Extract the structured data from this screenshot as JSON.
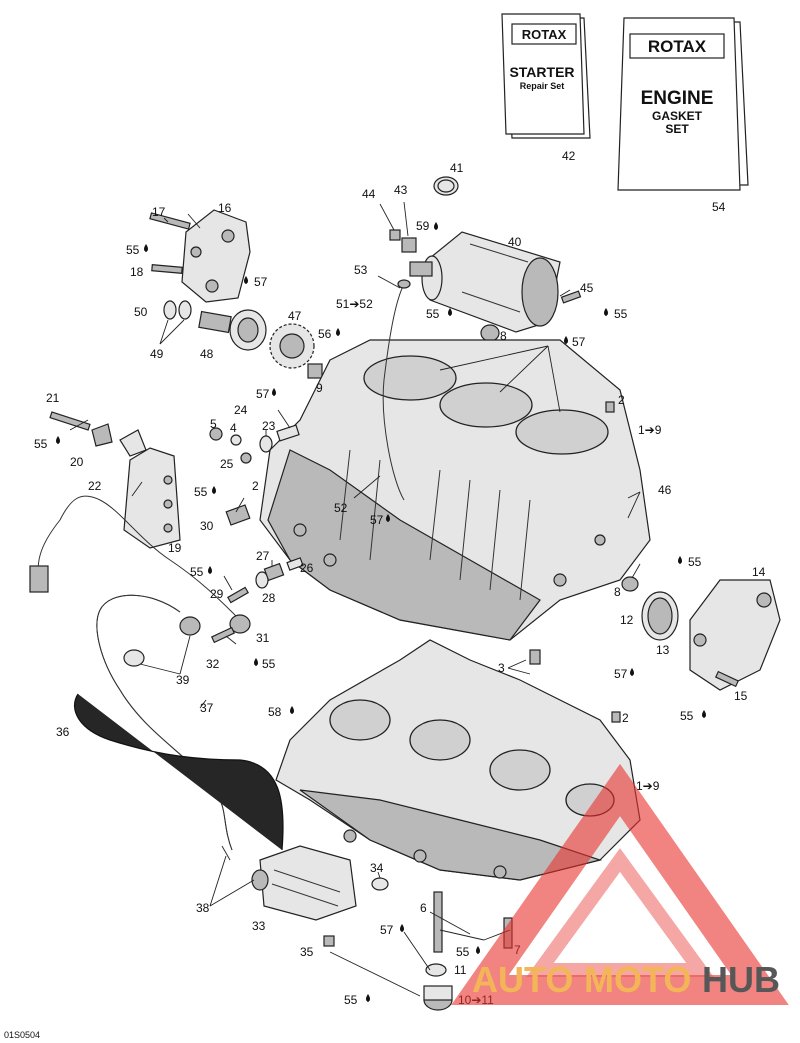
{
  "books": [
    {
      "brand": "ROTAX",
      "title": "STARTER",
      "subtitle": "Repair Set",
      "callout": "42"
    },
    {
      "brand": "ROTAX",
      "title": "ENGINE",
      "subtitle_line1": "GASKET",
      "subtitle_line2": "SET",
      "callout": "54"
    }
  ],
  "callouts": [
    {
      "id": "c41",
      "text": "41"
    },
    {
      "id": "c44",
      "text": "44"
    },
    {
      "id": "c43",
      "text": "43"
    },
    {
      "id": "c59",
      "text": "59"
    },
    {
      "id": "c40",
      "text": "40"
    },
    {
      "id": "c17",
      "text": "17"
    },
    {
      "id": "c16",
      "text": "16"
    },
    {
      "id": "c55a",
      "text": "55"
    },
    {
      "id": "c18",
      "text": "18"
    },
    {
      "id": "c57a",
      "text": "57"
    },
    {
      "id": "c53",
      "text": "53"
    },
    {
      "id": "c45",
      "text": "45"
    },
    {
      "id": "c55b",
      "text": "55"
    },
    {
      "id": "c5152",
      "text": "51➔52"
    },
    {
      "id": "c55c",
      "text": "55"
    },
    {
      "id": "c8a",
      "text": "8"
    },
    {
      "id": "c50",
      "text": "50"
    },
    {
      "id": "c47",
      "text": "47"
    },
    {
      "id": "c56",
      "text": "56"
    },
    {
      "id": "c57b",
      "text": "57"
    },
    {
      "id": "c49",
      "text": "49"
    },
    {
      "id": "c48",
      "text": "48"
    },
    {
      "id": "c9a",
      "text": "9"
    },
    {
      "id": "c21",
      "text": "21"
    },
    {
      "id": "c57c",
      "text": "57"
    },
    {
      "id": "c2a",
      "text": "2"
    },
    {
      "id": "c24",
      "text": "24"
    },
    {
      "id": "c5",
      "text": "5"
    },
    {
      "id": "c4",
      "text": "4"
    },
    {
      "id": "c23",
      "text": "23"
    },
    {
      "id": "c19a",
      "text": "1➔9"
    },
    {
      "id": "c55d",
      "text": "55"
    },
    {
      "id": "c20",
      "text": "20"
    },
    {
      "id": "c25",
      "text": "25"
    },
    {
      "id": "c22",
      "text": "22"
    },
    {
      "id": "c2b",
      "text": "2"
    },
    {
      "id": "c46",
      "text": "46"
    },
    {
      "id": "c55e",
      "text": "55"
    },
    {
      "id": "c52",
      "text": "52"
    },
    {
      "id": "c57d",
      "text": "57"
    },
    {
      "id": "c30",
      "text": "30"
    },
    {
      "id": "c19",
      "text": "19"
    },
    {
      "id": "c27",
      "text": "27"
    },
    {
      "id": "c55f",
      "text": "55"
    },
    {
      "id": "c26",
      "text": "26"
    },
    {
      "id": "c55g",
      "text": "55"
    },
    {
      "id": "c14",
      "text": "14"
    },
    {
      "id": "c29",
      "text": "29"
    },
    {
      "id": "c28",
      "text": "28"
    },
    {
      "id": "c8b",
      "text": "8"
    },
    {
      "id": "c12",
      "text": "12"
    },
    {
      "id": "c31",
      "text": "31"
    },
    {
      "id": "c13",
      "text": "13"
    },
    {
      "id": "c32",
      "text": "32"
    },
    {
      "id": "c55h",
      "text": "55"
    },
    {
      "id": "c3",
      "text": "3"
    },
    {
      "id": "c39",
      "text": "39"
    },
    {
      "id": "c57e",
      "text": "57"
    },
    {
      "id": "c15",
      "text": "15"
    },
    {
      "id": "c37",
      "text": "37"
    },
    {
      "id": "c58",
      "text": "58"
    },
    {
      "id": "c2c",
      "text": "2"
    },
    {
      "id": "c55i",
      "text": "55"
    },
    {
      "id": "c36",
      "text": "36"
    },
    {
      "id": "c19b",
      "text": "1➔9"
    },
    {
      "id": "c34",
      "text": "34"
    },
    {
      "id": "c38",
      "text": "38"
    },
    {
      "id": "c6",
      "text": "6"
    },
    {
      "id": "c33",
      "text": "33"
    },
    {
      "id": "c57f",
      "text": "57"
    },
    {
      "id": "c55j",
      "text": "55"
    },
    {
      "id": "c7",
      "text": "7"
    },
    {
      "id": "c35",
      "text": "35"
    },
    {
      "id": "c11",
      "text": "11"
    },
    {
      "id": "c55k",
      "text": "55"
    },
    {
      "id": "c1011",
      "text": "10➔11"
    }
  ],
  "watermark": {
    "part1": "AUTO",
    "part2": "MOTO",
    "part3": "HUB",
    "color_red": "#e8322d",
    "color_orange": "#f2a93b",
    "color_gray": "#3a3a3a"
  },
  "drawing_code": "01S0504"
}
